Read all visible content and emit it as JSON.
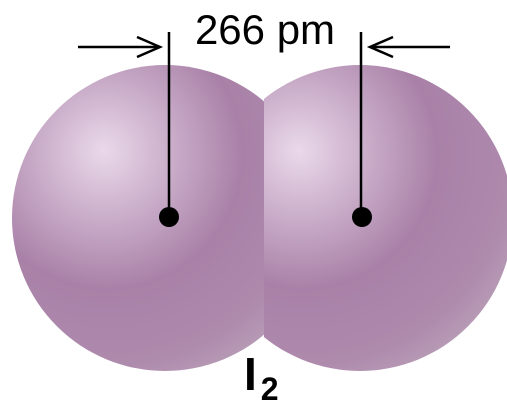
{
  "diagram": {
    "distance_label": "266 pm",
    "molecule": {
      "symbol": "I",
      "subscript": "2"
    },
    "colors": {
      "atom_base": "#a981a8",
      "atom_highlight": "#ead9ea",
      "atom_shadow": "#b99fb7",
      "nucleus": "#000000",
      "lines": "#000000"
    }
  }
}
